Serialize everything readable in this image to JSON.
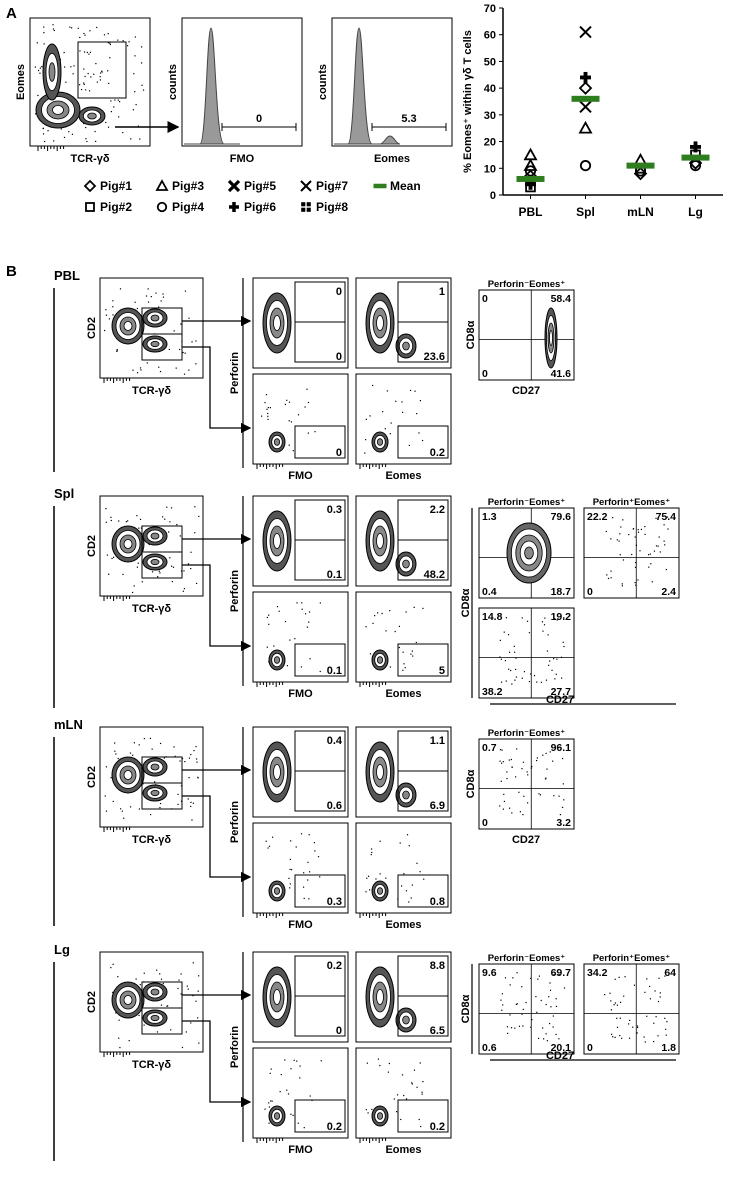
{
  "panel_labels": [
    "A",
    "B"
  ],
  "panelA": {
    "dot": {
      "xlabel": "TCR-γδ",
      "ylabel": "Eomes"
    },
    "fmo": {
      "ylabel": "counts",
      "xlabel": "FMO",
      "gate": "0"
    },
    "eomes": {
      "ylabel": "counts",
      "xlabel": "Eomes",
      "gate": "5.3"
    },
    "legend": [
      {
        "label": "Pig#1",
        "shape": "diamond"
      },
      {
        "label": "Pig#3",
        "shape": "triangle"
      },
      {
        "label": "Pig#5",
        "shape": "bold-x"
      },
      {
        "label": "Pig#7",
        "shape": "x"
      },
      {
        "label": "Mean",
        "shape": "bar",
        "color": "#2e7d1e"
      },
      {
        "label": "Pig#2",
        "shape": "square"
      },
      {
        "label": "Pig#4",
        "shape": "circle"
      },
      {
        "label": "Pig#6",
        "shape": "plus"
      },
      {
        "label": "Pig#8",
        "shape": "dotted-square"
      }
    ]
  },
  "chart_data": {
    "type": "scatter",
    "ylabel": "% Eomes⁺ within γδ T cells",
    "categories": [
      "PBL",
      "Spl",
      "mLN",
      "Lg"
    ],
    "yticks": [
      "0",
      "10",
      "20",
      "30",
      "40",
      "50",
      "60",
      "70"
    ],
    "ylim": [
      0,
      70
    ],
    "mean_color": "#2e7d1e",
    "means": [
      6,
      36,
      11,
      14
    ],
    "points": [
      {
        "cat": 0,
        "shape": "triangle",
        "y": 15
      },
      {
        "cat": 0,
        "shape": "triangle",
        "y": 11
      },
      {
        "cat": 0,
        "shape": "circle",
        "y": 9
      },
      {
        "cat": 0,
        "shape": "diamond",
        "y": 7
      },
      {
        "cat": 0,
        "shape": "square",
        "y": 3
      },
      {
        "cat": 0,
        "shape": "plus",
        "y": 4
      },
      {
        "cat": 1,
        "shape": "x",
        "y": 61
      },
      {
        "cat": 1,
        "shape": "plus",
        "y": 44
      },
      {
        "cat": 1,
        "shape": "diamond",
        "y": 40
      },
      {
        "cat": 1,
        "shape": "x",
        "y": 33
      },
      {
        "cat": 1,
        "shape": "triangle",
        "y": 25
      },
      {
        "cat": 1,
        "shape": "circle",
        "y": 11
      },
      {
        "cat": 2,
        "shape": "triangle",
        "y": 13
      },
      {
        "cat": 2,
        "shape": "square",
        "y": 10
      },
      {
        "cat": 2,
        "shape": "diamond",
        "y": 8
      },
      {
        "cat": 2,
        "shape": "circle",
        "y": 9
      },
      {
        "cat": 3,
        "shape": "plus",
        "y": 18
      },
      {
        "cat": 3,
        "shape": "square",
        "y": 15
      },
      {
        "cat": 3,
        "shape": "diamond",
        "y": 12
      },
      {
        "cat": 3,
        "shape": "circle",
        "y": 11
      }
    ]
  },
  "panelB": {
    "axes": {
      "tcr": "TCR-γδ",
      "cd2": "CD2",
      "perforin": "Perforin",
      "fmo": "FMO",
      "eomes": "Eomes",
      "cd8a": "CD8α",
      "cd27": "CD27"
    },
    "rows": [
      {
        "name": "PBL",
        "fmo_top": [
          "0",
          "0"
        ],
        "eomes_top": [
          "1",
          "23.6"
        ],
        "fmo_bot": "0",
        "eomes_bot": "0.2",
        "quads": [
          {
            "title": "Perforin⁻Eomes⁺",
            "tl": "0",
            "tr": "58.4",
            "bl": "0",
            "br": "41.6"
          }
        ]
      },
      {
        "name": "Spl",
        "fmo_top": [
          "0.3",
          "0.1"
        ],
        "eomes_top": [
          "2.2",
          "48.2"
        ],
        "fmo_bot": "0.1",
        "eomes_bot": "5",
        "quads": [
          {
            "title": "Perforin⁻Eomes⁺",
            "tl": "1.3",
            "tr": "79.6",
            "bl": "0.4",
            "br": "18.7"
          },
          {
            "title": "Perforin⁺Eomes⁺",
            "tl": "22.2",
            "tr": "75.4",
            "bl": "0",
            "br": "2.4"
          },
          {
            "title": "",
            "tl": "14.8",
            "tr": "19.2",
            "bl": "38.2",
            "br": "27.7"
          }
        ]
      },
      {
        "name": "mLN",
        "fmo_top": [
          "0.4",
          "0.6"
        ],
        "eomes_top": [
          "1.1",
          "6.9"
        ],
        "fmo_bot": "0.3",
        "eomes_bot": "0.8",
        "quads": [
          {
            "title": "Perforin⁻Eomes⁺",
            "tl": "0.7",
            "tr": "96.1",
            "bl": "0",
            "br": "3.2"
          }
        ]
      },
      {
        "name": "Lg",
        "fmo_top": [
          "0.2",
          "0"
        ],
        "eomes_top": [
          "8.8",
          "6.5"
        ],
        "fmo_bot": "0.2",
        "eomes_bot": "0.2",
        "quads": [
          {
            "title": "Perforin⁻Eomes⁺",
            "tl": "9.6",
            "tr": "69.7",
            "bl": "0.6",
            "br": "20.1"
          },
          {
            "title": "Perforin⁺Eomes⁺",
            "tl": "34.2",
            "tr": "64",
            "bl": "0",
            "br": "1.8"
          }
        ]
      }
    ]
  }
}
